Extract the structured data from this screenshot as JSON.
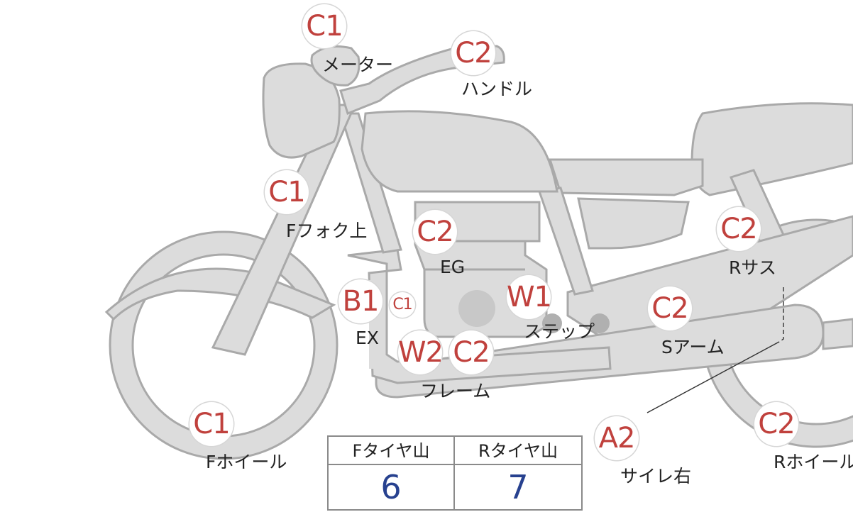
{
  "badges": [
    {
      "id": "meter",
      "grade": "C1",
      "label": "メーター"
    },
    {
      "id": "handle",
      "grade": "C2",
      "label": "ハンドル"
    },
    {
      "id": "ffork-top",
      "grade": "C1",
      "label": "Fフォク上"
    },
    {
      "id": "eg",
      "grade": "C2",
      "label": "EG"
    },
    {
      "id": "rsus",
      "grade": "C2",
      "label": "Rサス"
    },
    {
      "id": "ex",
      "grade": "B1",
      "label": "EX"
    },
    {
      "id": "ex-minor",
      "grade": "C1"
    },
    {
      "id": "step",
      "grade": "W1",
      "label": "ステップ"
    },
    {
      "id": "sarm",
      "grade": "C2",
      "label": "Sアーム"
    },
    {
      "id": "frame-w",
      "grade": "W2"
    },
    {
      "id": "frame",
      "grade": "C2",
      "label": "フレーム"
    },
    {
      "id": "fwheel",
      "grade": "C1",
      "label": "Fホイール"
    },
    {
      "id": "muffler-r",
      "grade": "A2",
      "label": "サイレ右"
    },
    {
      "id": "rwheel",
      "grade": "C2",
      "label": "Rホイール"
    }
  ],
  "tire_tread": {
    "headers": [
      "Fタイヤ山",
      "Rタイヤ山"
    ],
    "values": [
      "6",
      "7"
    ]
  },
  "colors": {
    "grade_text": "#c0413d",
    "tread_value": "#27418f",
    "part_fill": "#dcdcdc",
    "part_stroke": "#a9a9a9"
  }
}
